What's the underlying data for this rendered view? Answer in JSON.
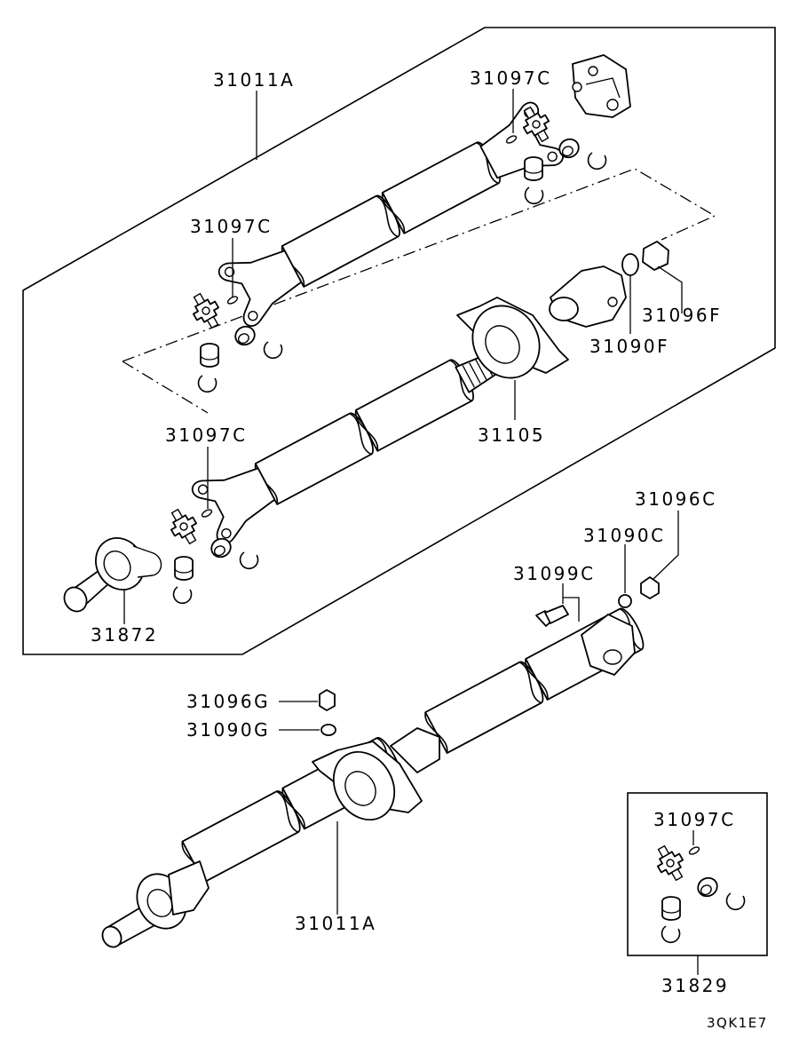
{
  "labels": {
    "top_assembly": "31011A",
    "rear_joint_spider": "31097C",
    "upper_joint_spider": "31097C",
    "lower_joint_spider": "31097C",
    "flange_nut": "31096F",
    "flange_washer": "31090F",
    "center_bearing": "31105",
    "slip_yoke": "31872",
    "nut_c": "31096C",
    "washer_c": "31090C",
    "bolt_c": "31099C",
    "nut_g": "31096G",
    "washer_g": "31090G",
    "bottom_assembly": "31011A",
    "kit_spider": "31097C",
    "kit_number": "31829"
  },
  "figure_code": "3QK1E7"
}
